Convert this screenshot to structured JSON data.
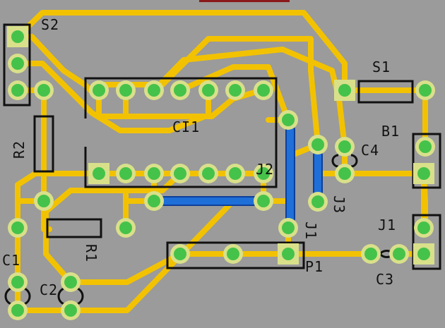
{
  "board": {
    "colors": {
      "background": "#9b9b9b",
      "trace": "#f2c200",
      "pad_outer": "#d9e08a",
      "pad_inner": "#45c24a",
      "jumper": "#1f6fd8",
      "jumper_edge": "#0d3f9a",
      "silkscreen": "#111111",
      "edge_marker": "#8a1a1a"
    },
    "components": [
      {
        "id": "S2",
        "label": "S2",
        "kind": "switch"
      },
      {
        "id": "S1",
        "label": "S1",
        "kind": "switch"
      },
      {
        "id": "CI1",
        "label": "CI1",
        "kind": "ic"
      },
      {
        "id": "R2",
        "label": "R2",
        "kind": "resistor"
      },
      {
        "id": "R1",
        "label": "R1",
        "kind": "resistor"
      },
      {
        "id": "C1",
        "label": "C1",
        "kind": "capacitor"
      },
      {
        "id": "C2",
        "label": "C2",
        "kind": "capacitor"
      },
      {
        "id": "C3",
        "label": "C3",
        "kind": "capacitor"
      },
      {
        "id": "C4",
        "label": "C4",
        "kind": "capacitor"
      },
      {
        "id": "B1",
        "label": "B1",
        "kind": "connector"
      },
      {
        "id": "J1",
        "label": "J1",
        "kind": "connector"
      },
      {
        "id": "J2",
        "label": "J2",
        "kind": "jumper"
      },
      {
        "id": "J3",
        "label": "J3",
        "kind": "jumper"
      },
      {
        "id": "J1b",
        "label": "J1",
        "kind": "jumper"
      },
      {
        "id": "P1",
        "label": "P1",
        "kind": "connector"
      }
    ]
  }
}
